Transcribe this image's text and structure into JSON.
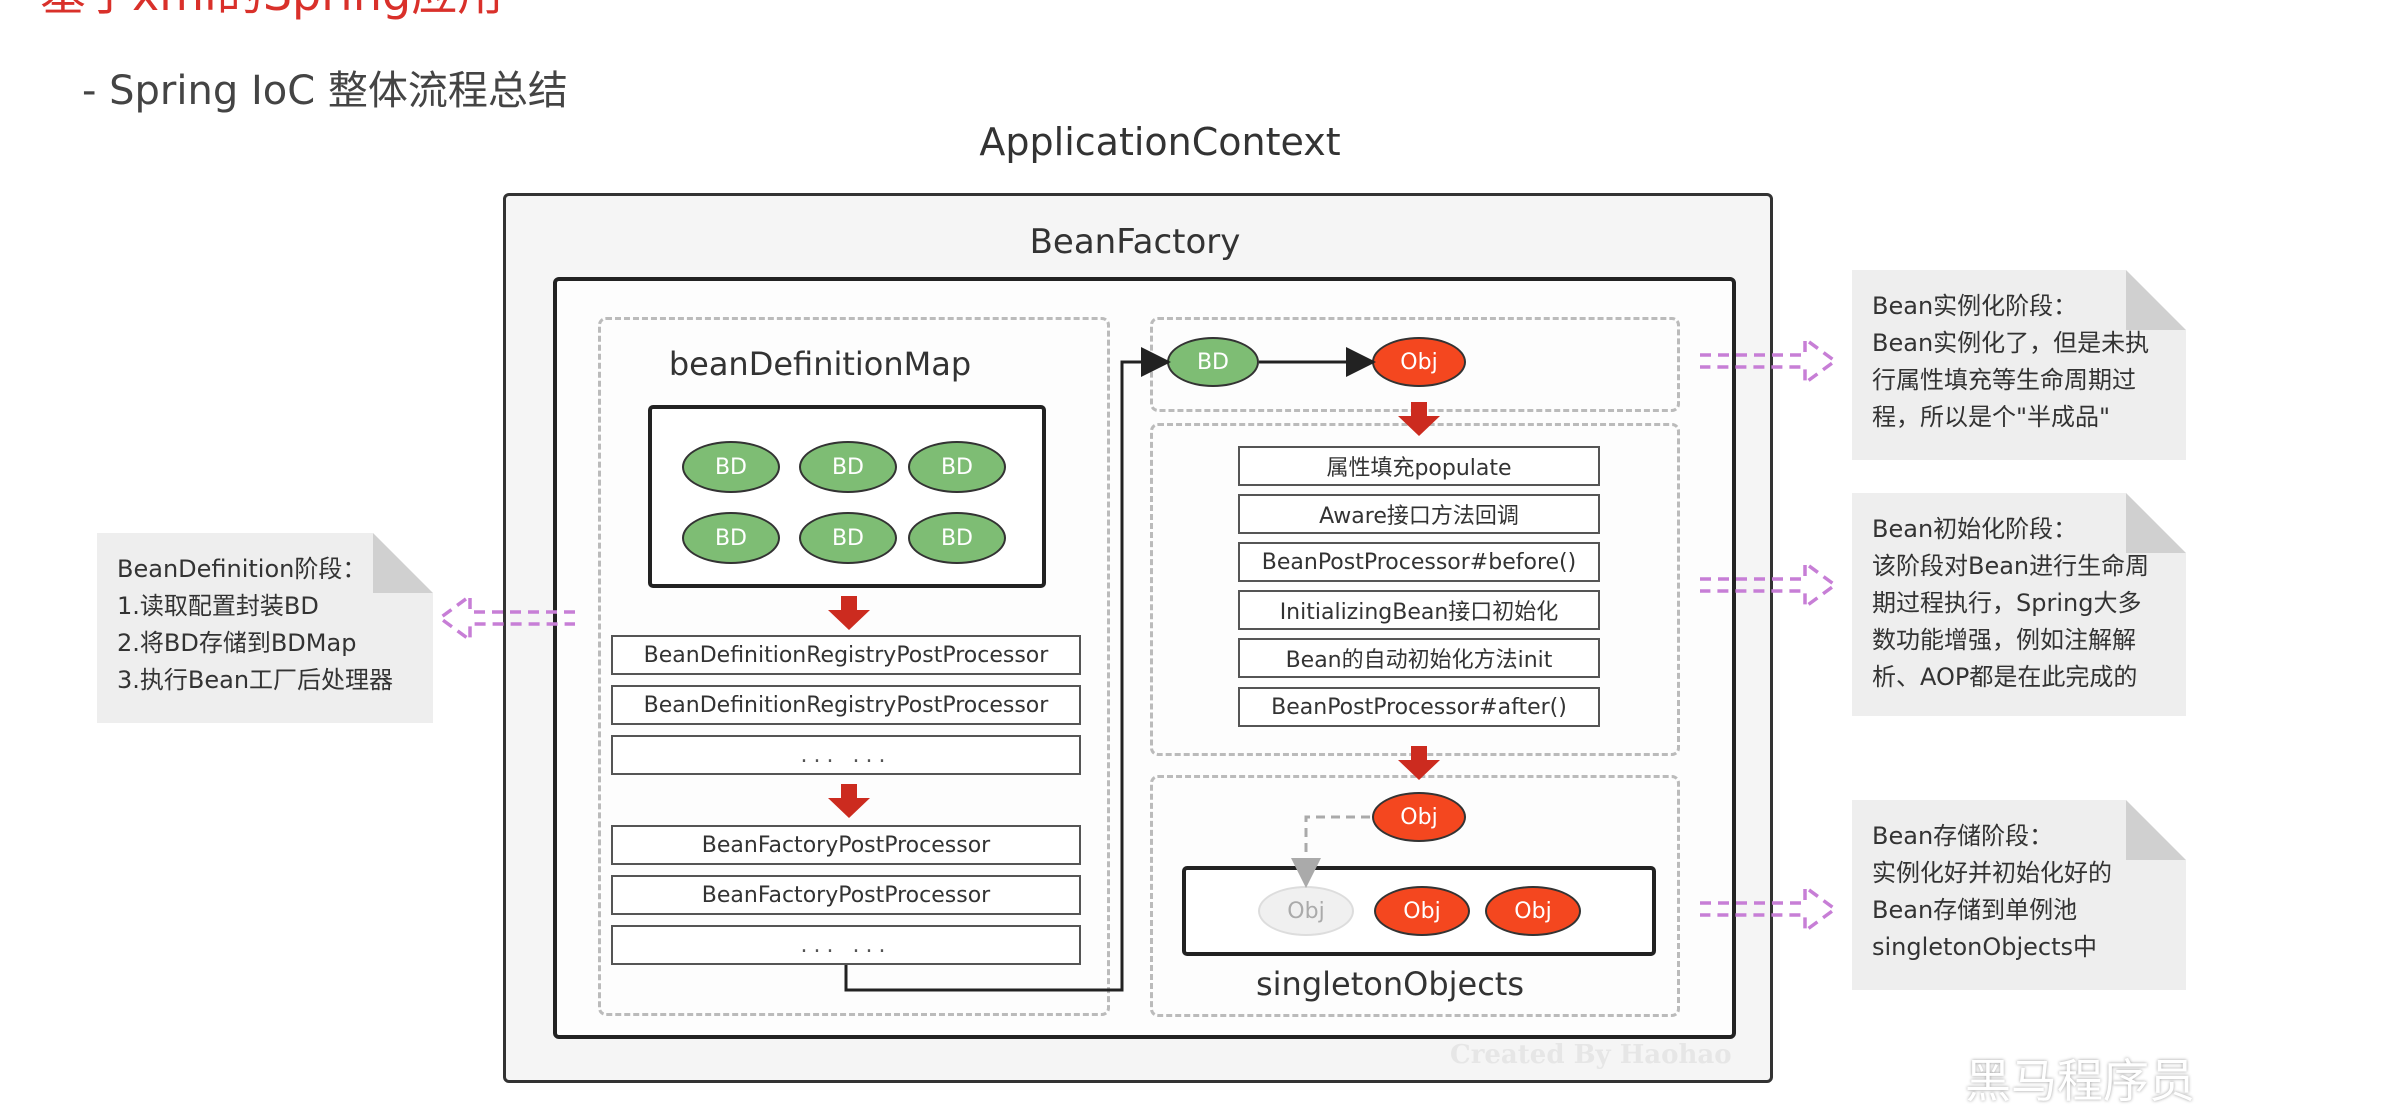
{
  "header": {
    "title": "基于xml的Spring应用",
    "subtitle": "- Spring IoC 整体流程总结"
  },
  "diagram": {
    "application_context_label": "ApplicationContext",
    "bean_factory_label": "BeanFactory",
    "bean_definition_map_label": "beanDefinitionMap",
    "bd_label": "BD",
    "obj_label": "Obj",
    "registry_processors": [
      "BeanDefinitionRegistryPostProcessor",
      "BeanDefinitionRegistryPostProcessor",
      "... ..."
    ],
    "factory_processors": [
      "BeanFactoryPostProcessor",
      "BeanFactoryPostProcessor",
      "... ..."
    ],
    "lifecycle_steps": [
      "属性填充populate",
      "Aware接口方法回调",
      "BeanPostProcessor#before()",
      "InitializingBean接口初始化",
      "Bean的自动初始化方法init",
      "BeanPostProcessor#after()"
    ],
    "singleton_objects_label": "singletonObjects",
    "watermark": "Created By Haohao"
  },
  "notes": {
    "bean_definition": [
      "BeanDefinition阶段：",
      "1.读取配置封装BD",
      "2.将BD存储到BDMap",
      "3.执行Bean工厂后处理器"
    ],
    "instantiation": [
      "Bean实例化阶段：",
      "Bean实例化了，但是未执",
      "行属性填充等生命周期过",
      "程，所以是个\"半成品\""
    ],
    "initialization": [
      "Bean初始化阶段：",
      "该阶段对Bean进行生命周",
      "期过程执行，Spring大多",
      "数功能增强，例如注解解",
      "析、AOP都是在此完成的"
    ],
    "storage": [
      "Bean存储阶段：",
      "实例化好并初始化好的",
      "Bean存储到单例池",
      "singletonObjects中"
    ]
  },
  "corner_logo": "黑马程序员",
  "colors": {
    "title_red": "#d9302a",
    "bd_green": "#7ebd74",
    "obj_red": "#f4471f",
    "arrow_red": "#cc2b1f",
    "arrow_purple": "#c77ed6"
  },
  "icons": [
    "down-arrow-icon",
    "dashed-hollow-arrow-icon"
  ]
}
